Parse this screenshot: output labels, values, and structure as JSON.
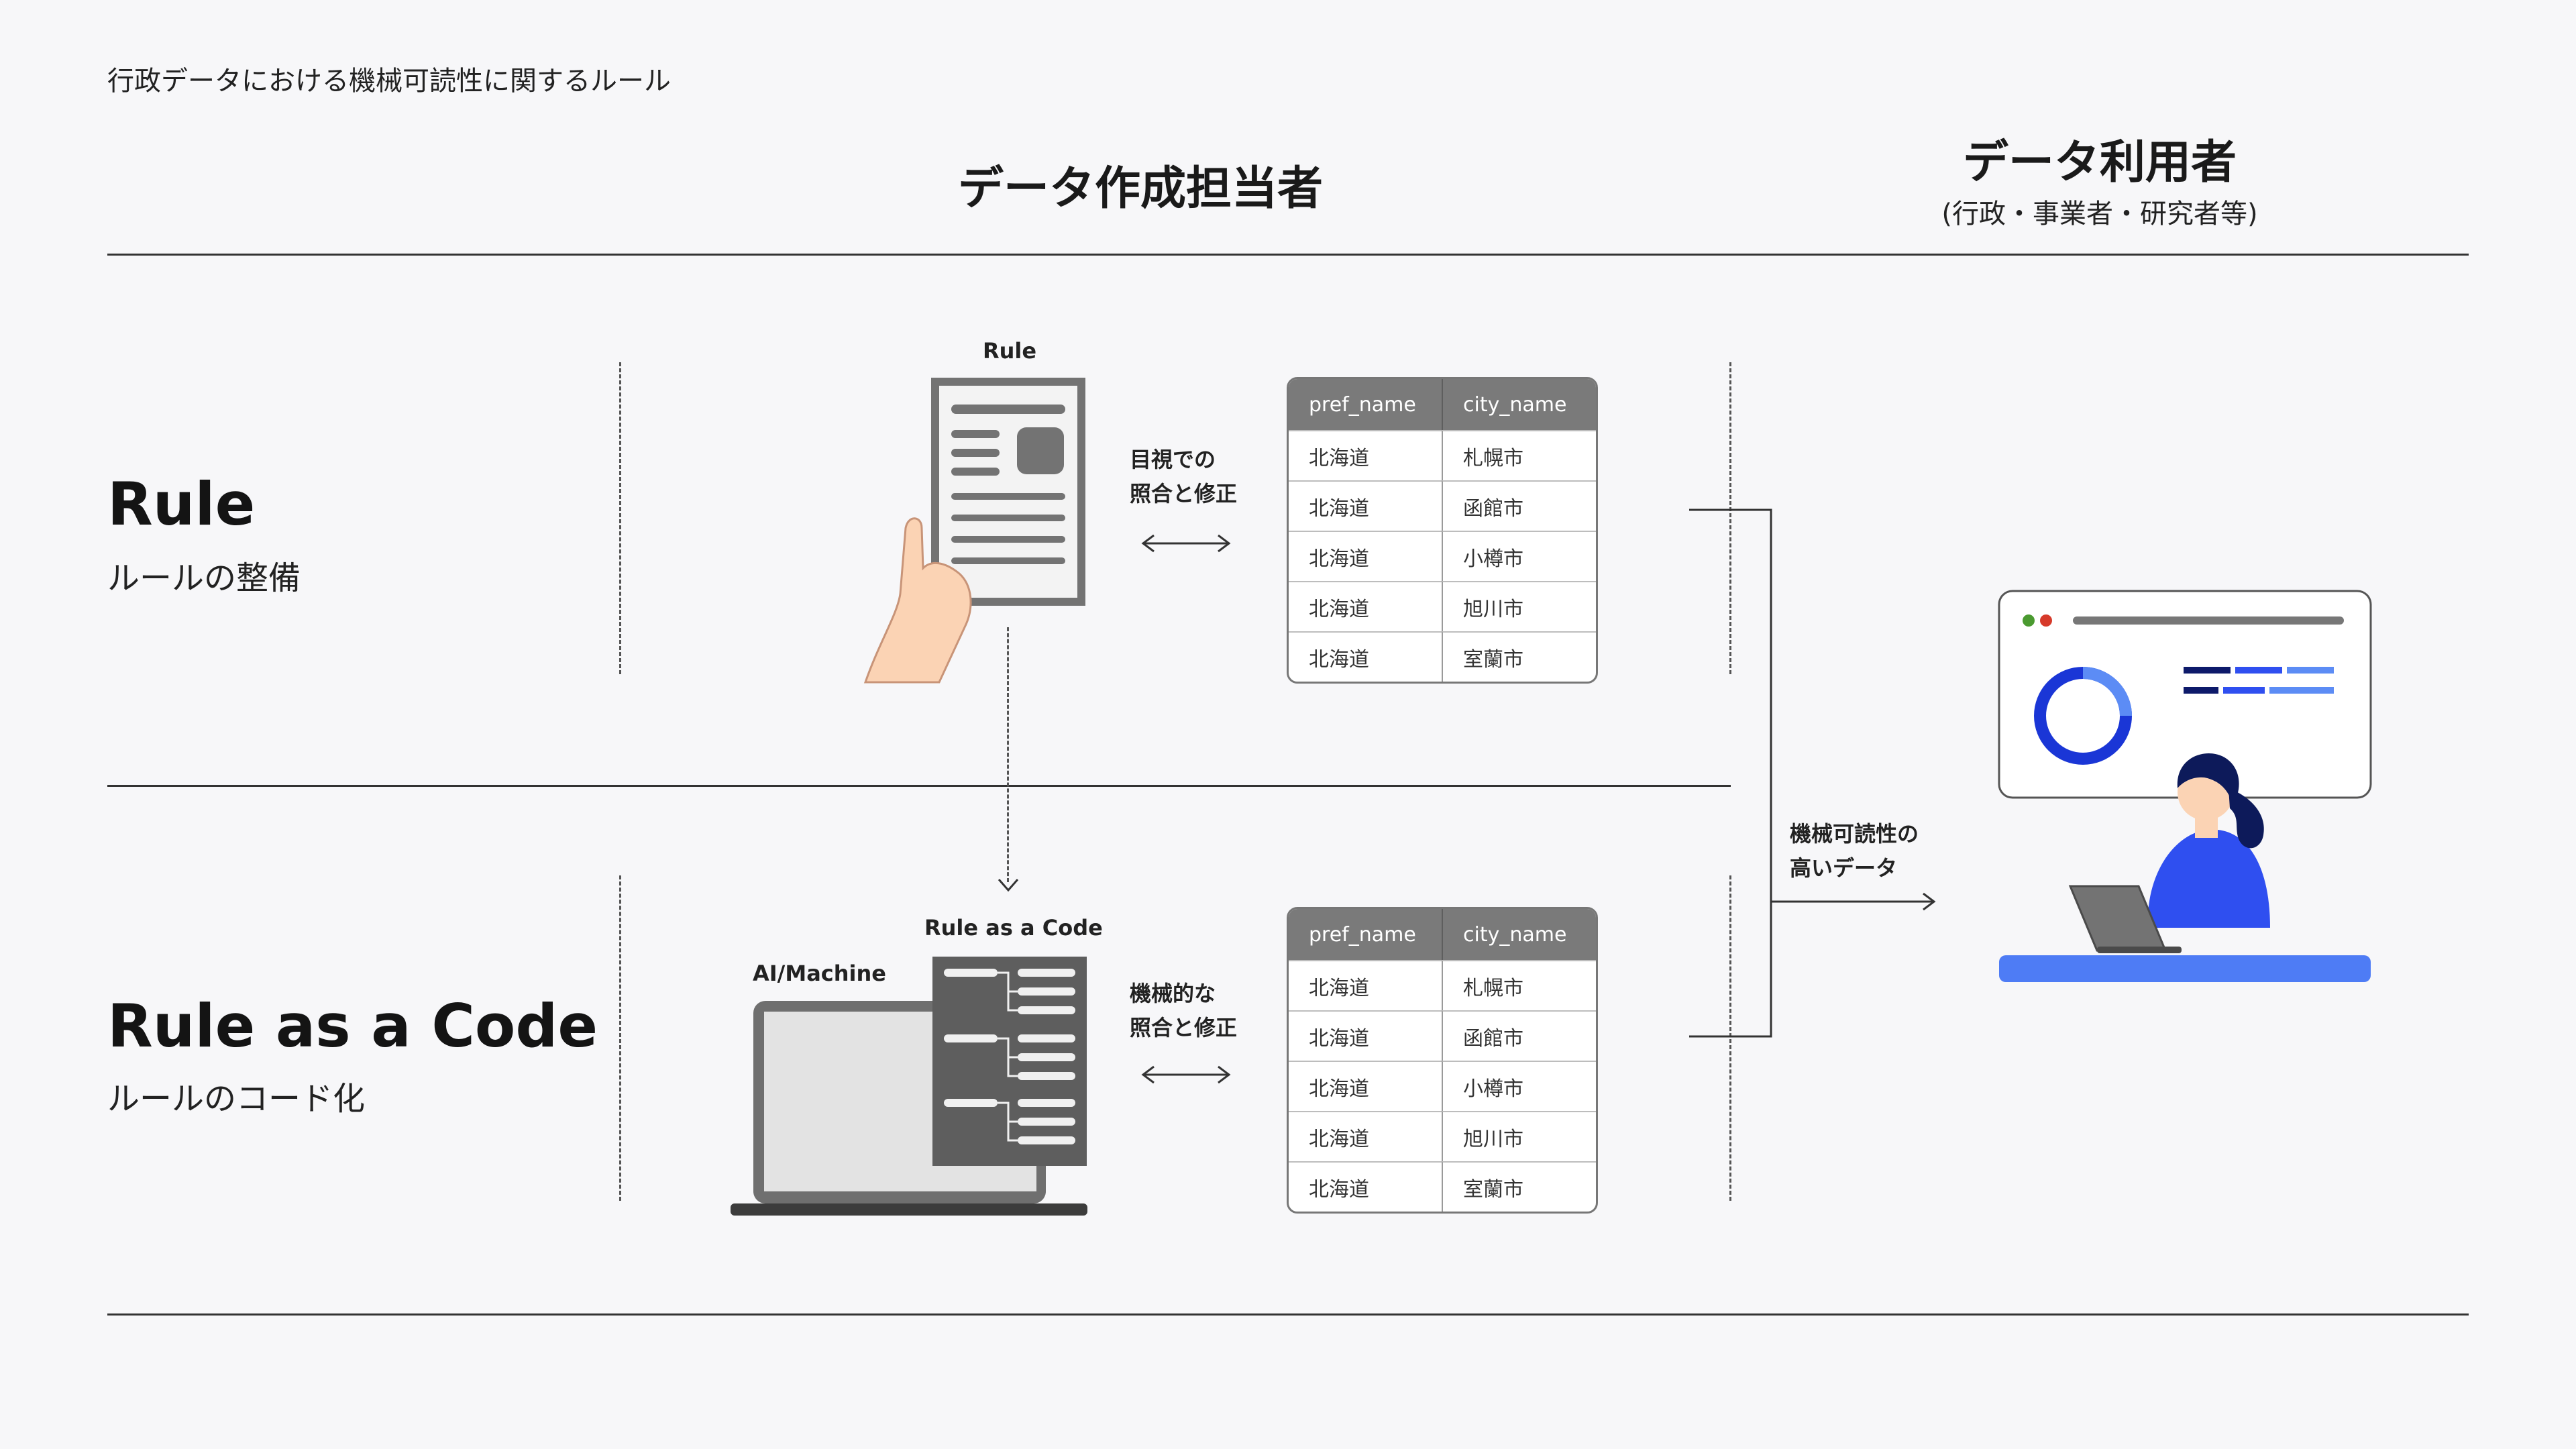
{
  "page_title": "行政データにおける機械可読性に関するルール",
  "columns": {
    "creator": "データ作成担当者",
    "user": "データ利用者",
    "user_sub": "(行政・事業者・研究者等)"
  },
  "rows": [
    {
      "title": "Rule",
      "subtitle": "ルールの整備"
    },
    {
      "title": "Rule as a Code",
      "subtitle": "ルールのコード化"
    }
  ],
  "labels": {
    "rule_doc": "Rule",
    "rule_as_code": "Rule as a Code",
    "ai_machine": "AI/Machine"
  },
  "actions": {
    "visual_1": "目視での",
    "visual_2": "照合と修正",
    "machine_1": "機械的な",
    "machine_2": "照合と修正"
  },
  "output": {
    "line1": "機械可読性の",
    "line2": "高いデータ"
  },
  "tables": {
    "headers": [
      "pref_name",
      "city_name"
    ],
    "rows": [
      [
        "北海道",
        "札幌市"
      ],
      [
        "北海道",
        "函館市"
      ],
      [
        "北海道",
        "小樽市"
      ],
      [
        "北海道",
        "旭川市"
      ],
      [
        "北海道",
        "室蘭市"
      ]
    ]
  },
  "colors": {
    "accent_blue": "#2f4ff0",
    "dark_navy": "#0d1a5a",
    "doc_gray": "#737373",
    "skin": "#fbd3b4"
  }
}
